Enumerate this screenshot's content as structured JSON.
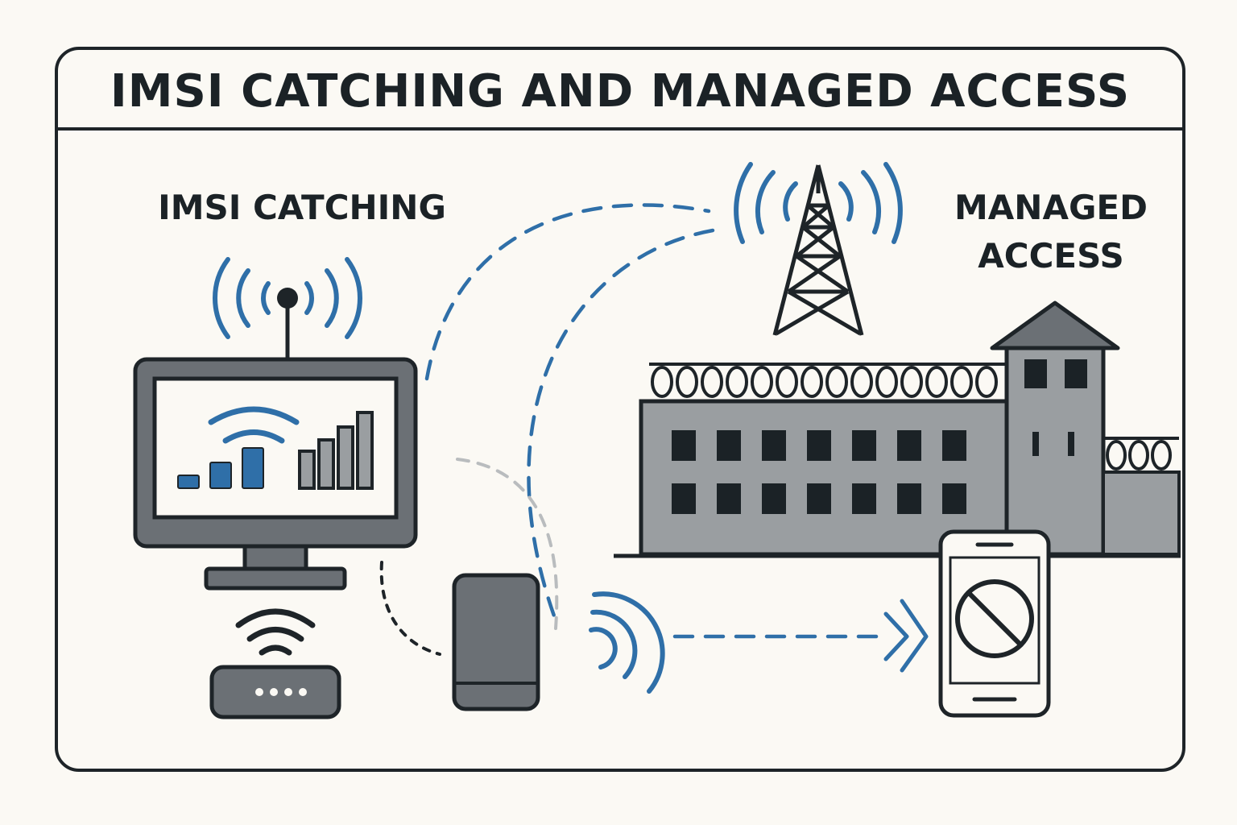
{
  "title": "IMSI CATCHING AND MANAGED ACCESS",
  "sections": {
    "imsi_catching": {
      "label": "IMSI CATCHING"
    },
    "managed_access": {
      "label_line1": "MANAGED",
      "label_line2": "ACCESS"
    }
  },
  "colors": {
    "background": "#fbf9f4",
    "outline": "#1e2428",
    "signal_blue": "#2f6fa8",
    "building_gray": "#9a9ea1",
    "device_gray": "#6b7075",
    "faint_gray": "#b9bcbe"
  },
  "icons": [
    "imsi-catcher-monitor-icon",
    "antenna-icon",
    "router-icon",
    "mobile-phone-icon",
    "cell-tower-icon",
    "prison-building-icon",
    "blocked-phone-icon"
  ]
}
